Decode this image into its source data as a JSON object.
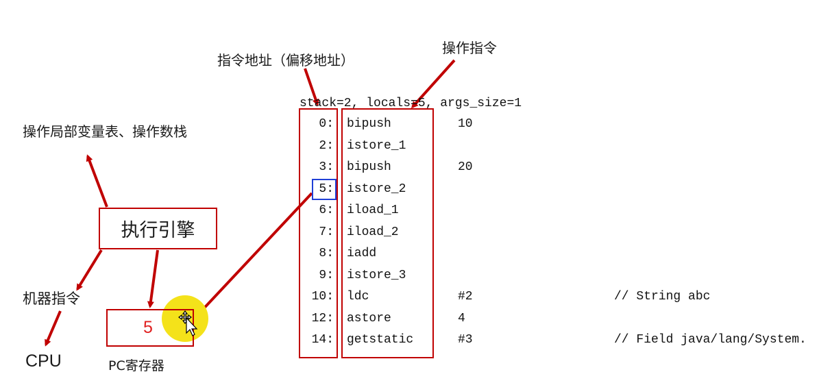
{
  "labels": {
    "instruction_address": "指令地址（偏移地址）",
    "operation_instruction": "操作指令",
    "local_var_stack": "操作局部变量表、操作数栈",
    "execution_engine": "执行引擎",
    "machine_instruction": "机器指令",
    "cpu": "CPU",
    "pc_register_label": "PC寄存器",
    "pc_value": "5"
  },
  "bytecode": {
    "header": "stack=2, locals=5, args_size=1",
    "lines": [
      {
        "offset": "0:",
        "opcode": "bipush",
        "arg": "10",
        "comment": ""
      },
      {
        "offset": "2:",
        "opcode": "istore_1",
        "arg": "",
        "comment": ""
      },
      {
        "offset": "3:",
        "opcode": "bipush",
        "arg": "20",
        "comment": ""
      },
      {
        "offset": "5:",
        "opcode": "istore_2",
        "arg": "",
        "comment": ""
      },
      {
        "offset": "6:",
        "opcode": "iload_1",
        "arg": "",
        "comment": ""
      },
      {
        "offset": "7:",
        "opcode": "iload_2",
        "arg": "",
        "comment": ""
      },
      {
        "offset": "8:",
        "opcode": "iadd",
        "arg": "",
        "comment": ""
      },
      {
        "offset": "9:",
        "opcode": "istore_3",
        "arg": "",
        "comment": ""
      },
      {
        "offset": "10:",
        "opcode": "ldc",
        "arg": "#2",
        "comment": "// String abc"
      },
      {
        "offset": "12:",
        "opcode": "astore",
        "arg": "4",
        "comment": ""
      },
      {
        "offset": "14:",
        "opcode": "getstatic",
        "arg": "#3",
        "comment": "// Field java/lang/System."
      }
    ]
  },
  "colors": {
    "arrow": "#c00000",
    "highlight_box": "#1f3fd6",
    "pc_value": "#e02020",
    "cursor_highlight": "#f4e21a"
  }
}
